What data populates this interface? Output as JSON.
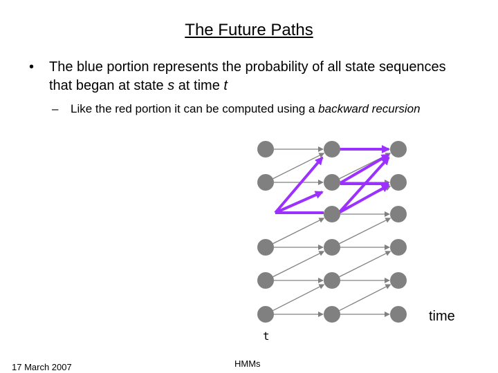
{
  "slide": {
    "title": "The Future Paths",
    "bullet": {
      "before": "The blue portion represents the probability of all state sequences that began at state ",
      "var_s": "s",
      "middle": " at time ",
      "var_t": "t"
    },
    "subbullet": {
      "before": "Like the red portion it can be computed using a ",
      "emphasis": "backward recursion"
    },
    "footer_date": "17 March 2007",
    "footer_topic": "HMMs"
  },
  "diagram": {
    "time_label": "time",
    "t_label": "t",
    "columns": 3,
    "rows": 6,
    "column_0_missing_row": 2,
    "colors": {
      "node": "#808080",
      "edge": "#808080",
      "path": "#9b30ff",
      "background": "#ffffff"
    }
  }
}
